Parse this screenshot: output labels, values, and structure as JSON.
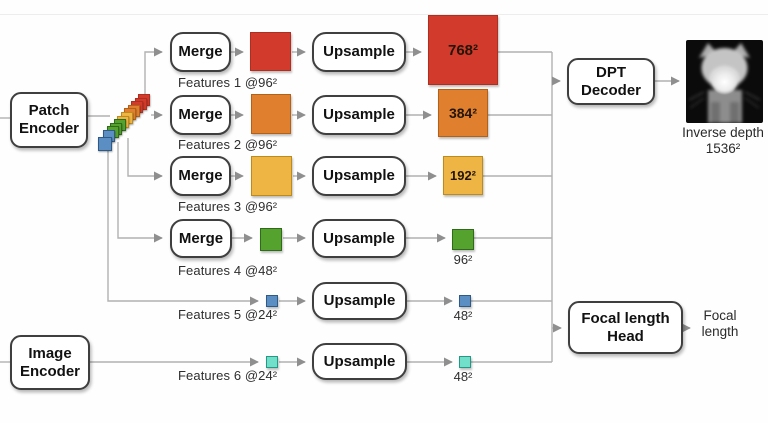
{
  "palette": {
    "red": "#d23b2b",
    "orange": "#e0802f",
    "yellow": "#efb544",
    "green": "#55a32e",
    "blue": "#5b8fc4",
    "teal": "#72dfca",
    "connector_gray": "#b1b1b1",
    "box_border": "#3f3f3f"
  },
  "encoders": {
    "patch_label": "Patch Encoder",
    "image_label": "Image Encoder"
  },
  "feature_stack": {
    "description": "diagonal stack of feature tokens",
    "colors_front_to_back": [
      "#5b8fc4",
      "#5b8fc4",
      "#55a32e",
      "#55a32e",
      "#55a32e",
      "#efb544",
      "#efb544",
      "#e0802f",
      "#e0802f",
      "#d23b2b",
      "#d23b2b",
      "#d23b2b"
    ]
  },
  "rows": [
    {
      "merge_label": "Merge",
      "upsample_label": "Upsample",
      "feature_label": "Features 1 @96²",
      "output_size": "768²"
    },
    {
      "merge_label": "Merge",
      "upsample_label": "Upsample",
      "feature_label": "Features 2 @96²",
      "output_size": "384²"
    },
    {
      "merge_label": "Merge",
      "upsample_label": "Upsample",
      "feature_label": "Features 3 @96²",
      "output_size": "192²"
    },
    {
      "merge_label": "Merge",
      "upsample_label": "Upsample",
      "feature_label": "Features 4 @48²",
      "output_size": "96²"
    },
    {
      "upsample_label": "Upsample",
      "feature_label": "Features 5 @24²",
      "output_size": "48²"
    },
    {
      "upsample_label": "Upsample",
      "feature_label": "Features 6 @24²",
      "output_size": "48²"
    }
  ],
  "decoder": {
    "label": "DPT Decoder"
  },
  "focal_head": {
    "label": "Focal length Head",
    "output_label": "Focal length"
  },
  "depth_output": {
    "caption": "Inverse depth",
    "resolution": "1536²"
  }
}
